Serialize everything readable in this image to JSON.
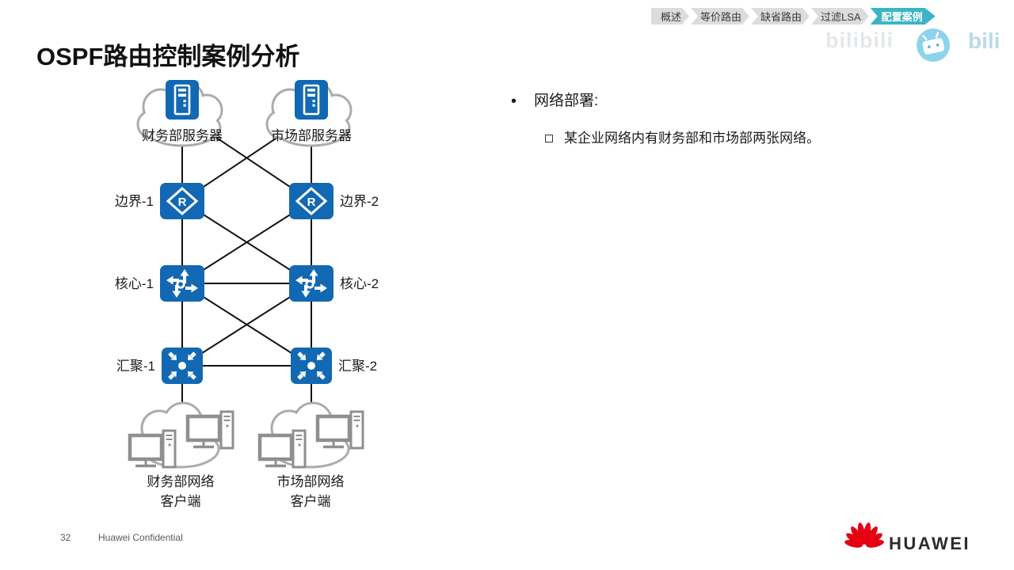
{
  "nav": {
    "tabs": [
      {
        "label": "概述"
      },
      {
        "label": "等价路由"
      },
      {
        "label": "缺省路由"
      },
      {
        "label": "过滤LSA"
      },
      {
        "label": "配置案例"
      }
    ],
    "active_tab": "配置案例"
  },
  "watermark": {
    "ghost_text": "bilibili",
    "bili_text": "bili"
  },
  "title": "OSPF路由控制案例分析",
  "content": {
    "bullet": "网络部署:",
    "sub_bullet": "某企业网络内有财务部和市场部两张网络。"
  },
  "diagram": {
    "router_letter": "R",
    "nodes": {
      "server_finance": "财务部服务器",
      "server_marketing": "市场部服务器",
      "border_1": "边界-1",
      "border_2": "边界-2",
      "core_1": "核心-1",
      "core_2": "核心-2",
      "agg_1": "汇聚-1",
      "agg_2": "汇聚-2",
      "client_finance": [
        "财务部网络",
        "客户端"
      ],
      "client_marketing": [
        "市场部网络",
        "客户端"
      ]
    }
  },
  "footer": {
    "page_number": "32",
    "confidential": "Huawei Confidential",
    "brand": "HUAWEI"
  },
  "colors": {
    "node_blue": "#1268b3",
    "accent_teal": "#3cb4c7",
    "huawei_red": "#e60012",
    "line_black": "#111111",
    "cloud_gray": "#ababab",
    "pc_gray": "#8f8f8f"
  }
}
